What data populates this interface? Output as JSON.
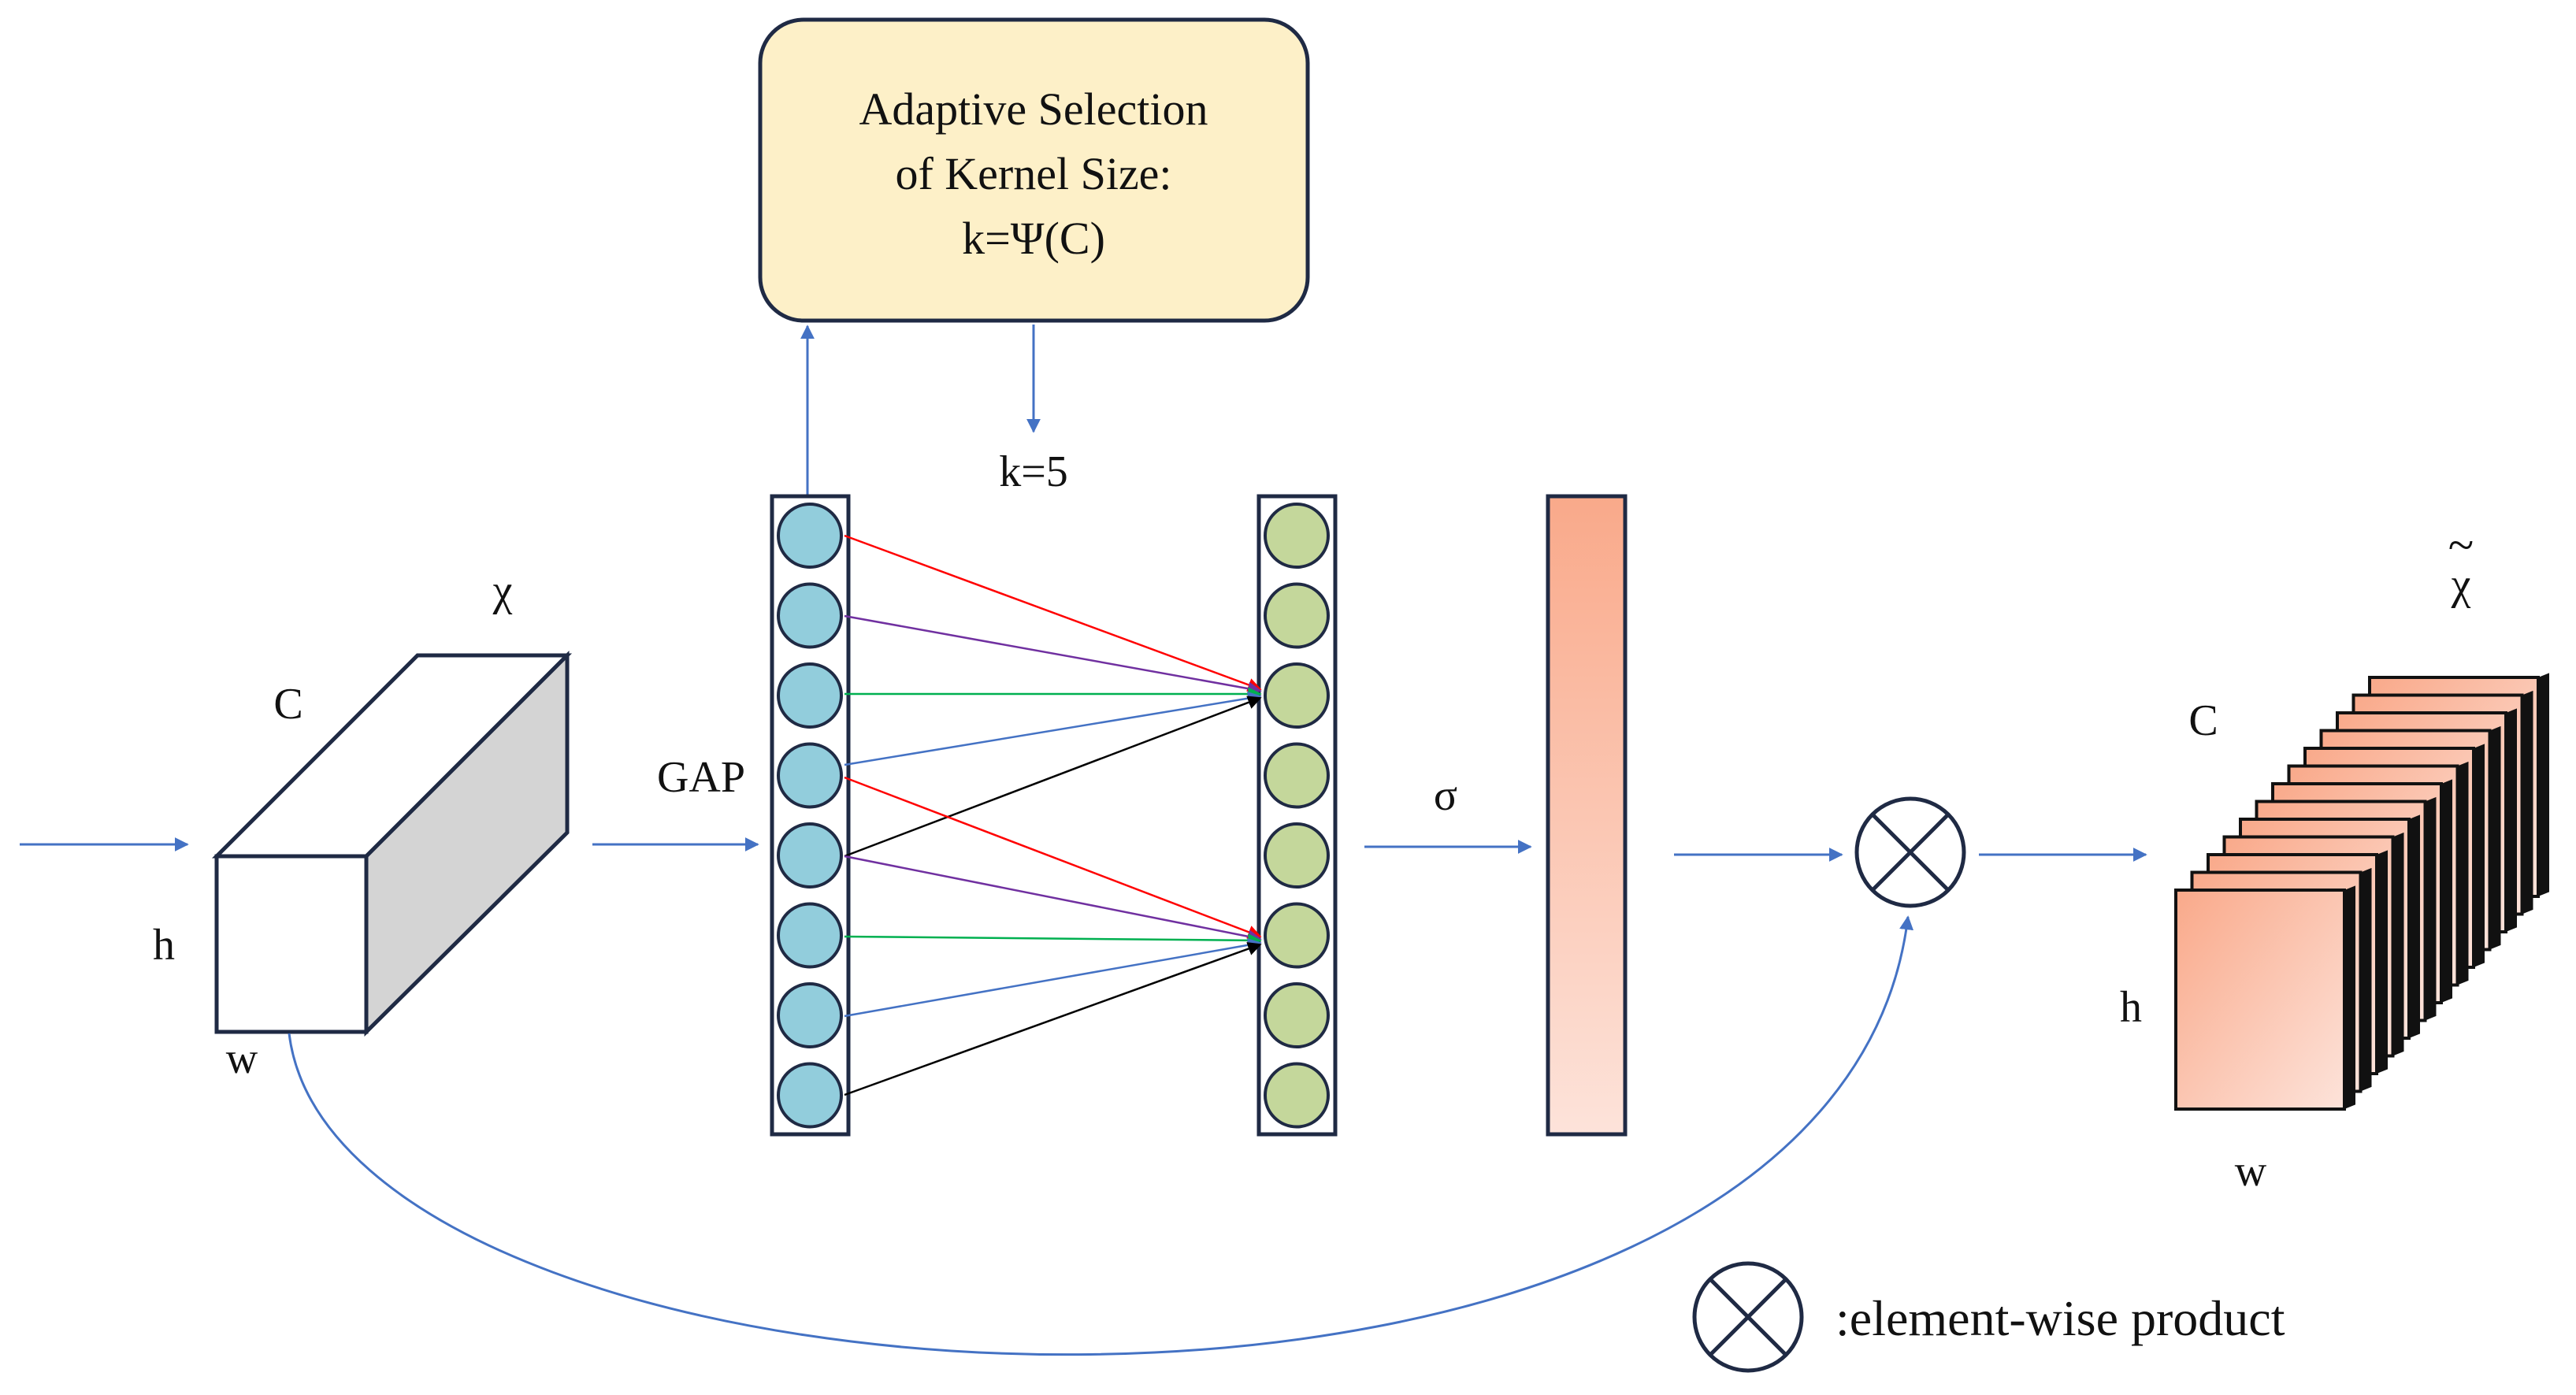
{
  "selection_box": {
    "line1": "Adaptive Selection",
    "line2": "of Kernel Size:",
    "line3": "k=Ψ(C)"
  },
  "labels": {
    "k_value": "k=5",
    "input_symbol": "χ",
    "input_c": "C",
    "input_h": "h",
    "input_w": "w",
    "gap": "GAP",
    "sigma": "σ",
    "output_symbol": "χ",
    "output_tilde": "~",
    "output_c": "C",
    "output_h": "h",
    "output_w": "w",
    "legend_text": ":element-wise product"
  },
  "gap_nodes": 8,
  "conv_nodes": 8,
  "output_slices": 13,
  "colors": {
    "arrow": "#4472c4",
    "box_fill": "#fdf0c8",
    "gap_node": "#92cddc",
    "conv_node": "#c4d79b",
    "outline": "#1f2a44",
    "cube_side": "#d4d4d4",
    "attention_top": "#f9a98a",
    "attention_bottom": "#fde3da",
    "conn_red": "#ff0000",
    "conn_purple": "#7030a0",
    "conn_green": "#00b050",
    "conn_blue": "#4472c4",
    "conn_black": "#000000"
  }
}
